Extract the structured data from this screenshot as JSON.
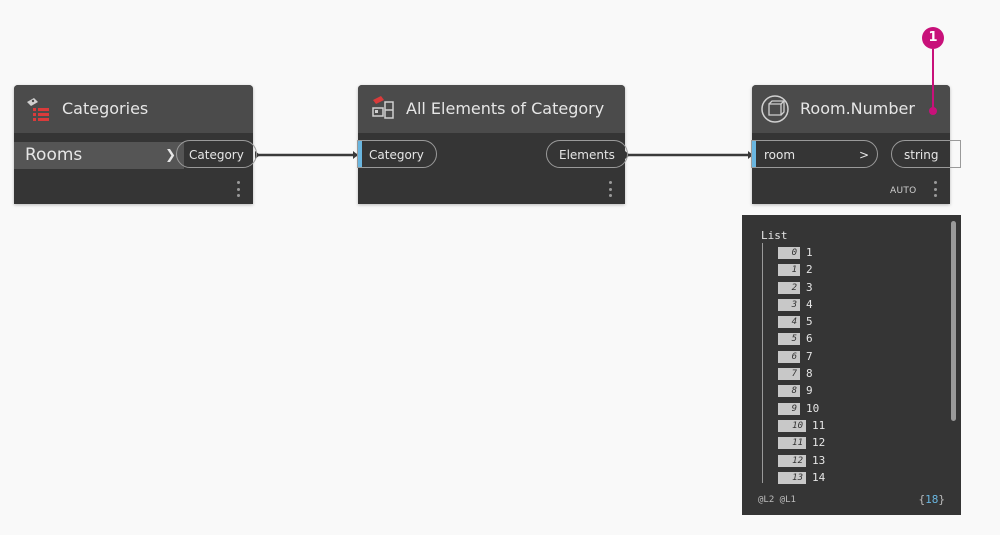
{
  "nodes": {
    "categories": {
      "title": "Categories",
      "dropdown_value": "Rooms",
      "output_port": "Category"
    },
    "all_elements": {
      "title": "All Elements of Category",
      "input_port": "Category",
      "output_port": "Elements"
    },
    "room_number": {
      "title": "Room.Number",
      "input_port": "room",
      "input_arrow": ">",
      "output_port": "string",
      "lacing": "AUTO"
    }
  },
  "preview": {
    "list_label": "List",
    "rows": [
      {
        "index": "0",
        "value": "1"
      },
      {
        "index": "1",
        "value": "2"
      },
      {
        "index": "2",
        "value": "3"
      },
      {
        "index": "3",
        "value": "4"
      },
      {
        "index": "4",
        "value": "5"
      },
      {
        "index": "5",
        "value": "6"
      },
      {
        "index": "6",
        "value": "7"
      },
      {
        "index": "7",
        "value": "8"
      },
      {
        "index": "8",
        "value": "9"
      },
      {
        "index": "9",
        "value": "10"
      },
      {
        "index": "10",
        "value": "11"
      },
      {
        "index": "11",
        "value": "12"
      },
      {
        "index": "12",
        "value": "13"
      },
      {
        "index": "13",
        "value": "14"
      }
    ],
    "levels": "@L2 @L1",
    "count_open": "{",
    "count_value": "18",
    "count_close": "}"
  },
  "annotation": {
    "marker_number": "1"
  },
  "colors": {
    "accent_port": "#6ab6e0",
    "marker": "#c8117a",
    "node_body": "#353535",
    "node_header": "#4b4b4b"
  },
  "icons": {
    "categories": "category-tag-icon",
    "all_elements": "element-category-icon",
    "room_number": "room-cube-icon",
    "dropdown": "chevron-down-icon",
    "menu": "more-vertical-icon"
  }
}
